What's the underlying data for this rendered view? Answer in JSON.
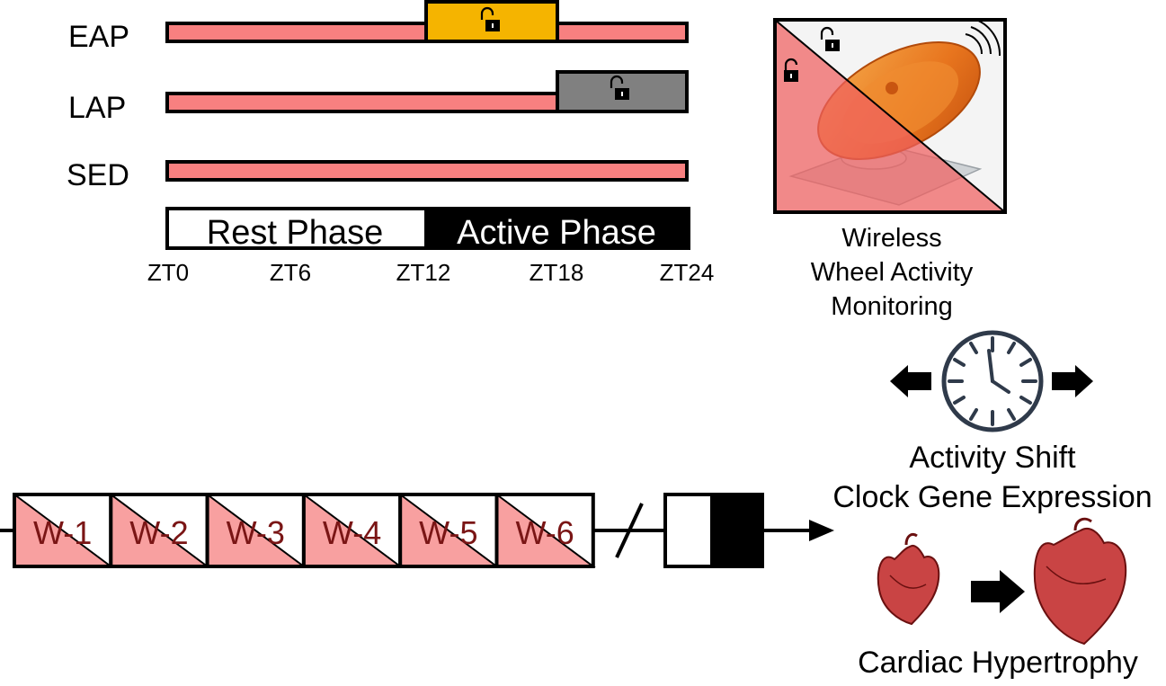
{
  "groups": [
    {
      "label": "EAP",
      "window": "ZT12–ZT18",
      "locked_color": "#f5b400"
    },
    {
      "label": "LAP",
      "window": "ZT18–ZT24",
      "locked_color": "#808080"
    },
    {
      "label": "SED",
      "window": "",
      "locked_color": ""
    }
  ],
  "phases": {
    "rest": "Rest Phase",
    "active": "Active Phase"
  },
  "ticks": [
    "ZT0",
    "ZT6",
    "ZT12",
    "ZT18",
    "ZT24"
  ],
  "wheel_caption": [
    "Wireless",
    "Wheel Activity",
    "Monitoring"
  ],
  "weeks": [
    "W-1",
    "W-2",
    "W-3",
    "W-4",
    "W-5",
    "W-6"
  ],
  "outcomes": {
    "shift_line1": "Activity Shift",
    "shift_line2": "Clock Gene Expression",
    "cardiac": "Cardiac Hypertrophy"
  },
  "colors": {
    "bar": "#f88080",
    "eap_lock": "#f5b400",
    "lap_lock": "#808080",
    "week_fill": "#f8a0a0",
    "heart": "#c94444",
    "clock": "#2f3a4a"
  }
}
